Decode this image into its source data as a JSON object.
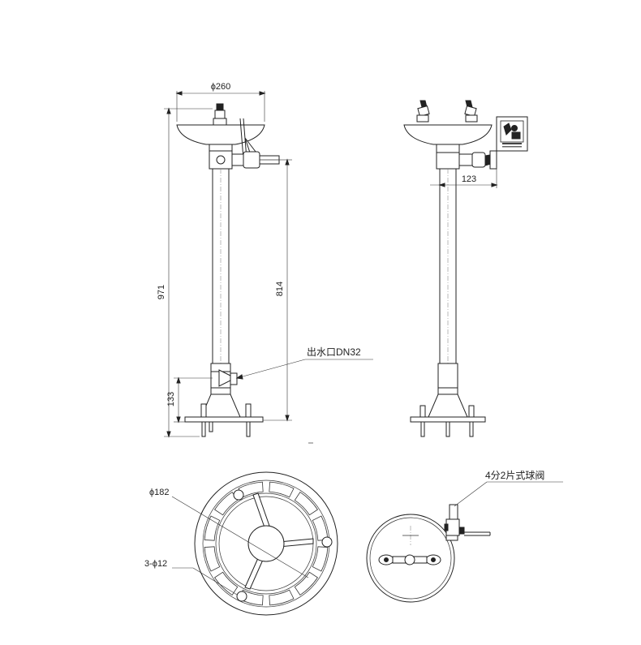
{
  "dimensions": {
    "bowl_diameter": "ϕ260",
    "total_height": "971",
    "pipe_height": "814",
    "outlet_height": "133",
    "valve_offset": "123",
    "base_diameter": "ϕ182",
    "bolt_holes": "3-ϕ12"
  },
  "callouts": {
    "outlet": "出水口DN32",
    "ball_valve": "4分2片式球阀"
  }
}
